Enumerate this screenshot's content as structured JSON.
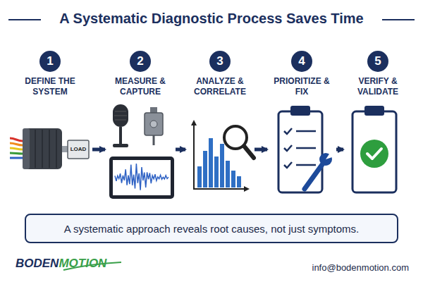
{
  "diagram": {
    "title": "A Systematic Diagnostic Process Saves Time",
    "caption": "A systematic approach reveals root causes, not just symptoms.",
    "nodes": [
      {
        "text": [
          "1",
          "DEFINE THE SYSTEM"
        ]
      },
      {
        "text": [
          "2",
          "MEASURE & CAPTURE"
        ]
      },
      {
        "text": [
          "3",
          "ANALYZE & CORRELATE"
        ]
      },
      {
        "text": [
          "4",
          "PRIORITIZE & FIX"
        ]
      },
      {
        "text": [
          "5",
          "VERIFY & VALIDATE"
        ]
      }
    ],
    "edges": [
      {
        "from": 0,
        "to": 1,
        "arrow": "to"
      },
      {
        "from": 1,
        "to": 2,
        "arrow": "to"
      },
      {
        "from": 2,
        "to": 3,
        "arrow": "to"
      },
      {
        "from": 3,
        "to": 4,
        "arrow": "to"
      }
    ],
    "labels": [
      "LOAD",
      "BODEN",
      "MOTION",
      "info@bodenmotion.com"
    ]
  }
}
